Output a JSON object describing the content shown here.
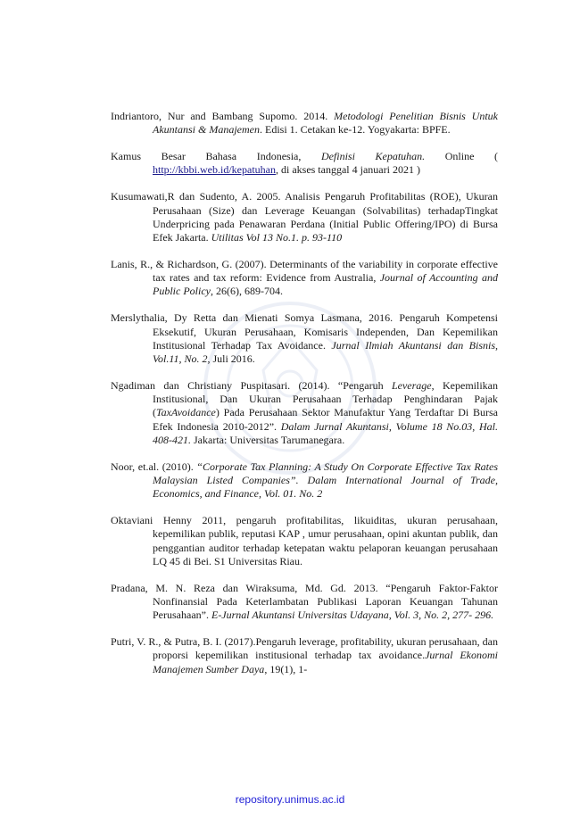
{
  "references": [
    {
      "segments": [
        {
          "t": "Indriantoro, Nur and Bambang Supomo. 2014. "
        },
        {
          "t": "Metodologi Penelitian Bisnis Untuk  Akuntansi & Manajemen",
          "i": true
        },
        {
          "t": ". Edisi 1. Cetakan ke-12. Yogyakarta: BPFE."
        }
      ]
    },
    {
      "segments": [
        {
          "t": "Kamus Besar Bahasa Indonesia, "
        },
        {
          "t": "Definisi Kepatuhan.",
          "i": true
        },
        {
          "t": " Online ( "
        },
        {
          "t": "http://kbbi.web.id/kepatuhan",
          "link": true
        },
        {
          "t": ", di akses tanggal 4 januari 2021 )"
        }
      ]
    },
    {
      "segments": [
        {
          "t": "Kusumawati,R dan Sudento, A. 2005. Analisis Pengaruh Profitabilitas (ROE), Ukuran Perusahaan (Size) dan Leverage Keuangan (Solvabilitas) terhadapTingkat Underpricing pada Penawaran Perdana (Initial Public Offering/IPO) di Bursa Efek Jakarta. "
        },
        {
          "t": "Utilitas Vol 13 No.1. p. 93-110",
          "i": true
        }
      ]
    },
    {
      "segments": [
        {
          "t": "Lanis, R., & Richardson, G. (2007). Determinants of the variability in corporate effective tax rates and tax reform: Evidence from  Australia, "
        },
        {
          "t": "Journal of Accounting and Public Policy",
          "i": true
        },
        {
          "t": ", 26(6), 689-704."
        }
      ]
    },
    {
      "segments": [
        {
          "t": "Merslythalia, Dy Retta dan Mienati Somya Lasmana, 2016. Pengaruh Kompetensi Eksekutif, Ukuran Perusahaan, Komisaris Independen, Dan Kepemilikan Institusional Terhadap Tax Avoidance. "
        },
        {
          "t": "Jurnal Ilmiah Akuntansi  dan Bisnis, Vol.11, No. 2",
          "i": true
        },
        {
          "t": ", Juli 2016."
        }
      ]
    },
    {
      "segments": [
        {
          "t": "Ngadiman dan Christiany Puspitasari. (2014). “Pengaruh "
        },
        {
          "t": "Leverage",
          "i": true
        },
        {
          "t": ", Kepemilikan Institusional, Dan Ukuran Perusahaan Terhadap Penghindaran Pajak ("
        },
        {
          "t": "TaxAvoidance",
          "i": true
        },
        {
          "t": ") Pada Perusahaan Sektor Manufaktur Yang Terdaftar Di Bursa Efek Indonesia 2010-2012”. "
        },
        {
          "t": "Dalam Jurnal Akuntansi, Volume 18 No.03, Hal. 408-421.",
          "i": true
        },
        {
          "t": " Jakarta: Universitas Tarumanegara."
        }
      ]
    },
    {
      "segments": [
        {
          "t": "Noor, et.al. (2010). "
        },
        {
          "t": "“Corporate Tax Planning: A Study On Corporate Effective Tax Rates Malaysian Listed Companies”. Dalam International Journal of Trade, Economics, and Finance, Vol. 01. No. 2",
          "i": true
        }
      ]
    },
    {
      "segments": [
        {
          "t": "Oktaviani Henny 2011, pengaruh profitabilitas, likuiditas, ukuran perusahaan, kepemilikan publik, reputasi KAP , umur perusahaan, opini akuntan publik, dan penggantian auditor terhadap ketepatan waktu pelaporan keuangan perusahaan LQ 45 di Bei. S1 Universitas Riau."
        }
      ]
    },
    {
      "segments": [
        {
          "t": "Pradana, M. N. Reza dan  Wiraksuma, Md. Gd. 2013.  “Pengaruh Faktor-Faktor Nonfinansial Pada Keterlambatan Publikasi Laporan Keuangan Tahunan Perusahaan”. "
        },
        {
          "t": "E-Jurnal Akuntansi Universitas Udayana, Vol. 3, No. 2, 277- 296.",
          "i": true
        }
      ]
    },
    {
      "segments": [
        {
          "t": "Putri, V. R., & Putra, B. I. (2017).Pengaruh leverage, profitability, ukuran perusahaan, dan proporsi kepemilikan institusional terhadap tax avoidance."
        },
        {
          "t": "Jurnal Ekonomi Manajemen Sumber Daya",
          "i": true
        },
        {
          "t": ", 19(1), 1-"
        }
      ]
    }
  ],
  "footer": {
    "text": "repository.unimus.ac.id"
  }
}
